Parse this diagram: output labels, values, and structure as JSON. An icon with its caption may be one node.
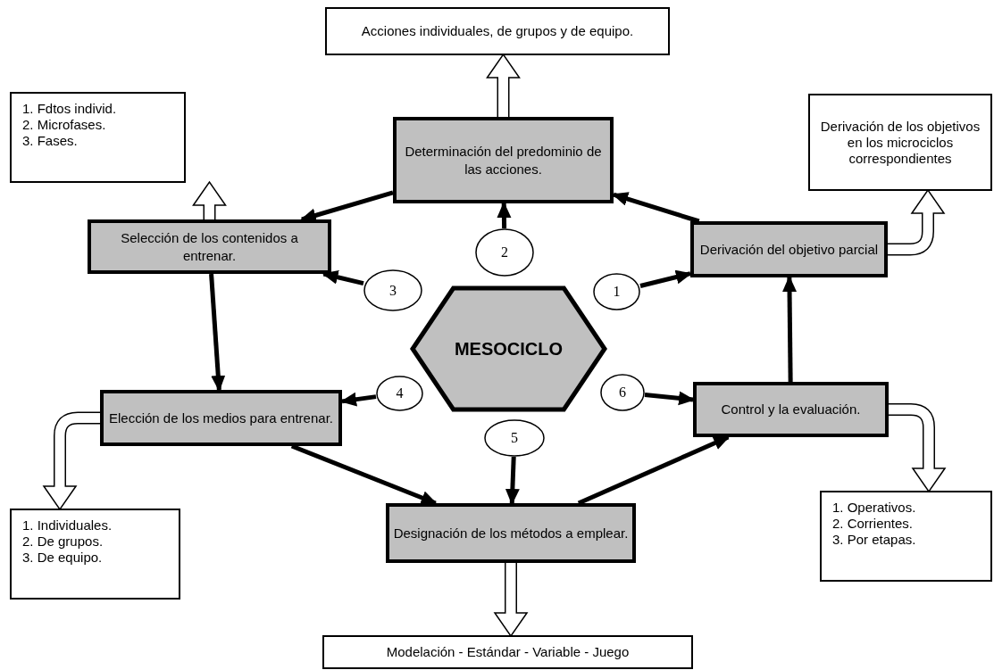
{
  "diagram": {
    "nodes": [
      {
        "text": [
          "Acciones individuales, de grupos y de equipo."
        ]
      },
      {
        "text": [
          "1. Fdtos individ.",
          "2. Microfases.",
          "3. Fases."
        ]
      },
      {
        "text": [
          "Determinación del predominio de las acciones."
        ]
      },
      {
        "text": [
          "Derivación de los objetivos en los microciclos correspondientes"
        ]
      },
      {
        "text": [
          "Selección de los contenidos a entrenar."
        ]
      },
      {
        "text": [
          "2"
        ]
      },
      {
        "text": [
          "Derivación del objetivo parcial"
        ]
      },
      {
        "text": [
          "3"
        ]
      },
      {
        "text": [
          "1"
        ]
      },
      {
        "text": [
          "MESOCICLO"
        ]
      },
      {
        "text": [
          "4"
        ]
      },
      {
        "text": [
          "6"
        ]
      },
      {
        "text": [
          "Elección de los medios para entrenar."
        ]
      },
      {
        "text": [
          "Control y la evaluación."
        ]
      },
      {
        "text": [
          "5"
        ]
      },
      {
        "text": [
          "Designación de los métodos a emplear."
        ]
      },
      {
        "text": [
          "1. Individuales.",
          "2. De grupos.",
          "3. De equipo."
        ]
      },
      {
        "text": [
          "1. Operativos.",
          "2. Corrientes.",
          "3. Por etapas."
        ]
      },
      {
        "text": [
          "Modelación - Estándar - Variable - Juego"
        ]
      }
    ],
    "edges": [
      {
        "from": 2,
        "to": 0,
        "arrow": "to",
        "style": "thick"
      },
      {
        "from": 2,
        "to": 4,
        "arrow": "to"
      },
      {
        "from": 6,
        "to": 2,
        "arrow": "to"
      },
      {
        "from": 4,
        "to": 1,
        "arrow": "to",
        "style": "thick"
      },
      {
        "from": 6,
        "to": 3,
        "arrow": "to",
        "style": "thick"
      },
      {
        "from": 5,
        "to": 2,
        "arrow": "to"
      },
      {
        "from": 7,
        "to": 4,
        "arrow": "to"
      },
      {
        "from": 8,
        "to": 6,
        "arrow": "to"
      },
      {
        "from": 4,
        "to": 12,
        "arrow": "to"
      },
      {
        "from": 13,
        "to": 6,
        "arrow": "to"
      },
      {
        "from": 10,
        "to": 12,
        "arrow": "to"
      },
      {
        "from": 11,
        "to": 13,
        "arrow": "to"
      },
      {
        "from": 12,
        "to": 16,
        "arrow": "to",
        "style": "thick"
      },
      {
        "from": 13,
        "to": 17,
        "arrow": "to",
        "style": "thick"
      },
      {
        "from": 14,
        "to": 15,
        "arrow": "to"
      },
      {
        "from": 12,
        "to": 15,
        "arrow": "to"
      },
      {
        "from": 15,
        "to": 13,
        "arrow": "to"
      },
      {
        "from": 15,
        "to": 18,
        "arrow": "to",
        "style": "thick"
      }
    ]
  }
}
